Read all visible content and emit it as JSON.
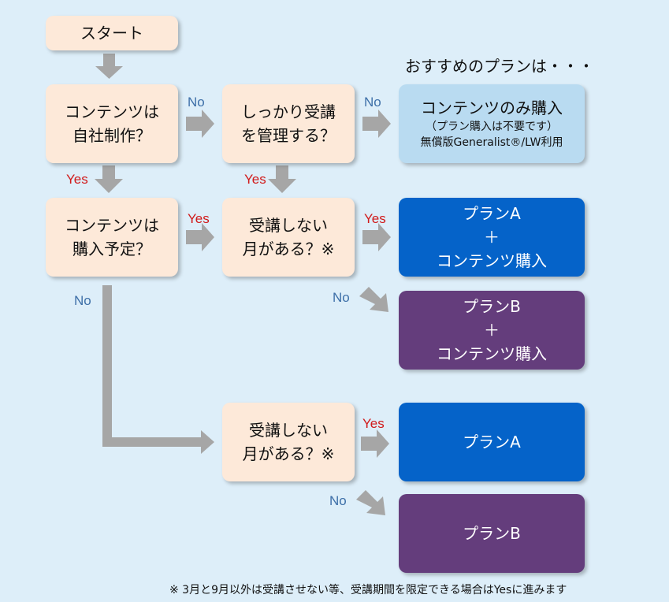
{
  "header": "おすすめのプランは・・・",
  "start": "スタート",
  "q_contents_inhouse": [
    "コンテンツは",
    "自社制作？"
  ],
  "q_manage": [
    "しっかり受講",
    "を管理する？"
  ],
  "q_purchase": [
    "コンテンツは",
    "購入予定？"
  ],
  "q_month_1": [
    "受講しない",
    "月がある？※"
  ],
  "q_month_2": [
    "受講しない",
    "月がある？※"
  ],
  "res_contents_only": {
    "title": "コンテンツのみ購入",
    "note": "（プラン購入は不要です）",
    "sub": "無償版Generalist®/LW利用"
  },
  "res_plan_a_contents": [
    "プランA",
    "＋",
    "コンテンツ購入"
  ],
  "res_plan_b_contents": [
    "プランB",
    "＋",
    "コンテンツ購入"
  ],
  "res_plan_a": "プランA",
  "res_plan_b": "プランB",
  "labels": {
    "yes": "Yes",
    "no": "No"
  },
  "footnote": "※ 3月と9月以外は受講させない等、受講期間を限定できる場合はYesに進みます",
  "colors": {
    "background": "#ddeef9",
    "question_box": "#fde9d9",
    "contents_only_box": "#b9dbf1",
    "plan_a_box": "#0563c9",
    "plan_b_box": "#643d7c",
    "arrow": "#a6a6a6",
    "yes_label": "#d11a1a",
    "no_label": "#3d6fa8"
  }
}
